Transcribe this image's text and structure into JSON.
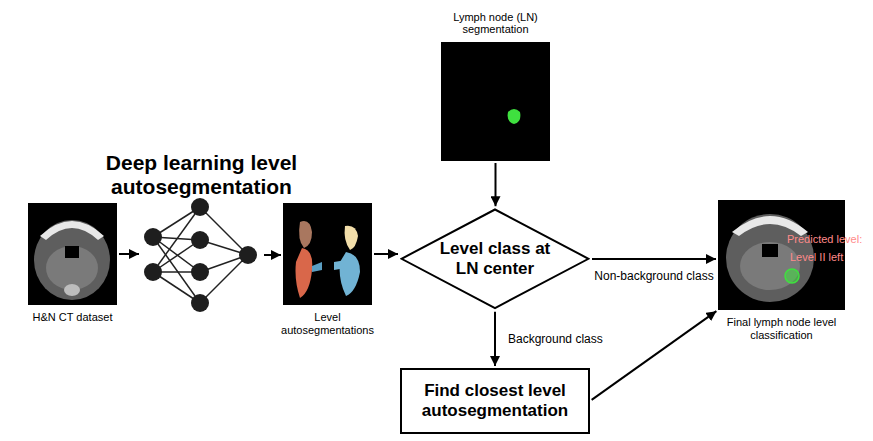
{
  "diagram": {
    "nodes": [
      {
        "text": [
          "H&N CT dataset"
        ]
      },
      {
        "text": [
          "Deep learning level autosegmentation"
        ]
      },
      {
        "text": [
          "Level autosegmentations"
        ]
      },
      {
        "text": [
          "Lymph node (LN) segmentation"
        ]
      },
      {
        "text": [
          "Level class at LN center"
        ]
      },
      {
        "text": [
          "Find closest level autosegmentation"
        ]
      },
      {
        "text": [
          "Final lymph node level classification"
        ]
      }
    ],
    "edges": [
      {
        "from": 0,
        "to": 1,
        "arrow": "to"
      },
      {
        "from": 1,
        "to": 2,
        "arrow": "to"
      },
      {
        "from": 2,
        "to": 4,
        "arrow": "to"
      },
      {
        "from": 3,
        "to": 4,
        "arrow": "to"
      },
      {
        "from": 4,
        "to": 6,
        "arrow": "to",
        "label": "Non-background class"
      },
      {
        "from": 4,
        "to": 5,
        "arrow": "to",
        "label": "Background class"
      },
      {
        "from": 5,
        "to": 6,
        "arrow": "to"
      }
    ],
    "labels": [
      "Predicted level:",
      "Level II left"
    ]
  }
}
